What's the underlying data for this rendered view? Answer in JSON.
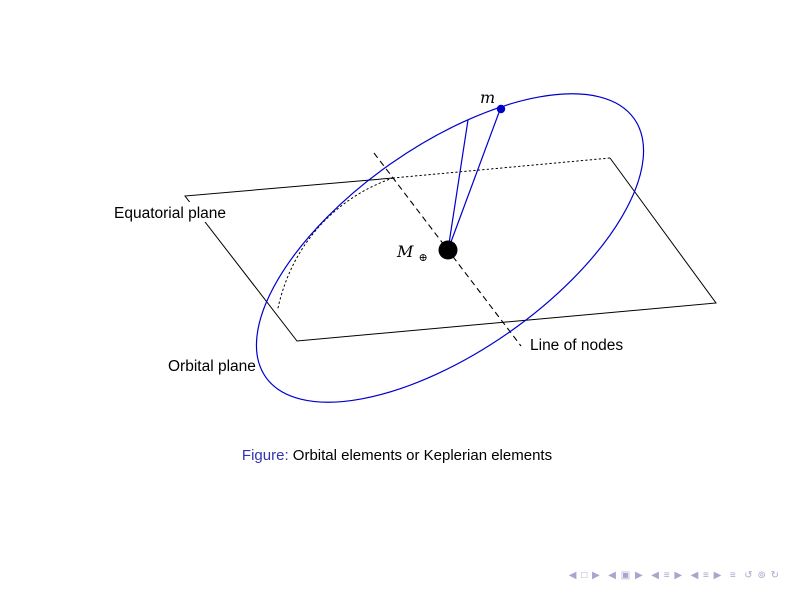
{
  "diagram": {
    "labels": {
      "equatorial_plane": "Equatorial plane",
      "orbital_plane": "Orbital plane",
      "line_of_nodes": "Line of nodes",
      "satellite_mass": "m",
      "central_mass_symbol": "M",
      "central_mass_subscript": "⊕"
    },
    "colors": {
      "orbit_blue": "#0000cc",
      "line_black": "#000000"
    }
  },
  "caption": {
    "prefix": "Figure:",
    "text": "Orbital elements or Keplerian elements",
    "prefix_color": "#3333b2"
  },
  "nav": {
    "symbols": "◀ □ ▶  ◀ ▣ ▶  ◀ ≡ ▶  ◀ ≡ ▶  ≡  ↺ ⊚ ↻",
    "color": "#a6a6cf"
  }
}
